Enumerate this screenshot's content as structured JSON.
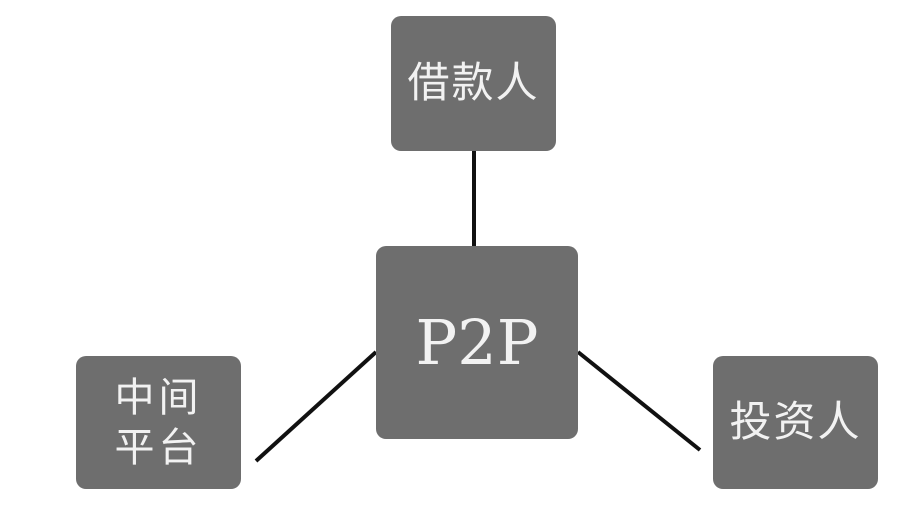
{
  "diagram": {
    "nodes": {
      "borrower": {
        "label": "借款人"
      },
      "center": {
        "label": "P2P"
      },
      "intermediary": {
        "label": "中间平台"
      },
      "investor": {
        "label": "投资人"
      }
    },
    "edges": [
      {
        "from": "center",
        "to": "borrower"
      },
      {
        "from": "center",
        "to": "intermediary"
      },
      {
        "from": "center",
        "to": "investor"
      }
    ],
    "colors": {
      "node_fill": "#6e6e6e",
      "node_text": "#f2f2f2",
      "line": "#111111",
      "background": "#ffffff"
    }
  }
}
